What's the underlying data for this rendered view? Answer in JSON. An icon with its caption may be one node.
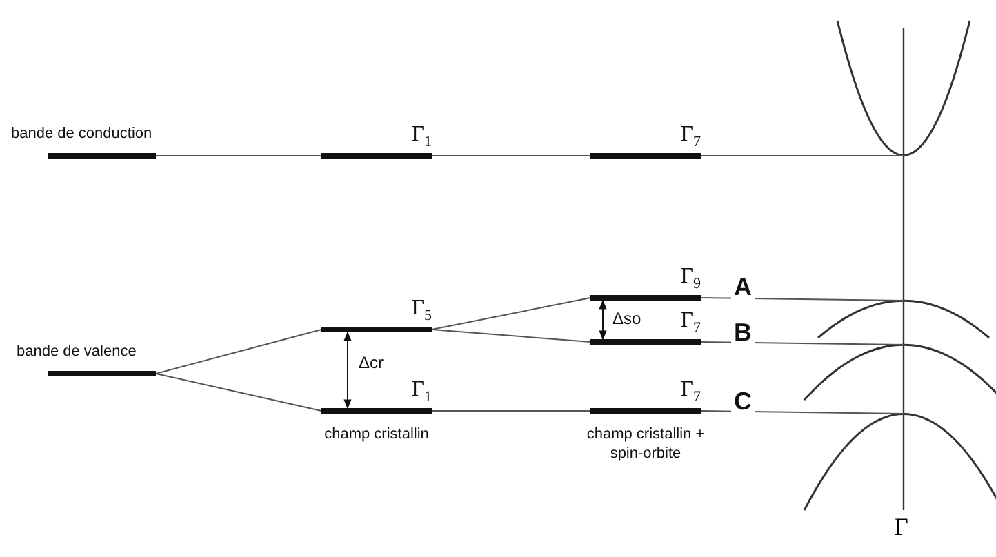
{
  "diagram": {
    "nodes": [
      {
        "text": [
          "bande de conduction"
        ]
      },
      {
        "text": [
          "Γ$_{1}$"
        ]
      },
      {
        "text": [
          "Γ$_{7}$"
        ]
      },
      {
        "text": [
          "bande de valence"
        ]
      },
      {
        "text": [
          "Γ$_{5}$"
        ]
      },
      {
        "text": [
          "Γ$_{1}$"
        ],
        "beside": [
          "champ cristallin"
        ]
      },
      {
        "text": [
          "Γ$_{9}$"
        ]
      },
      {
        "text": [
          "Γ$_{7}$"
        ]
      },
      {
        "text": [
          "Γ$_{7}$"
        ],
        "beside": [
          "champ cristallin + spin-orbite"
        ]
      },
      {
        "text": [],
        "shape": "curve"
      },
      {
        "text": [],
        "shape": "curve"
      },
      {
        "text": [],
        "shape": "curve"
      },
      {
        "text": [],
        "shape": "curve"
      }
    ],
    "edges": [
      {
        "from": 0,
        "to": 1,
        "arrow": "none"
      },
      {
        "from": 1,
        "to": 2,
        "arrow": "none"
      },
      {
        "from": 2,
        "to": 9,
        "arrow": "none"
      },
      {
        "from": 3,
        "to": 4,
        "arrow": "none"
      },
      {
        "from": 3,
        "to": 5,
        "arrow": "none"
      },
      {
        "from": 4,
        "to": 6,
        "arrow": "none"
      },
      {
        "from": 4,
        "to": 7,
        "arrow": "none"
      },
      {
        "from": 5,
        "to": 8,
        "arrow": "none"
      },
      {
        "from": 6,
        "to": 10,
        "arrow": "none",
        "label": "A"
      },
      {
        "from": 7,
        "to": 11,
        "arrow": "none",
        "label": "B"
      },
      {
        "from": 8,
        "to": 12,
        "arrow": "none",
        "label": "C"
      },
      {
        "from": 4,
        "to": 5,
        "arrow": "both",
        "label": "Δcr"
      },
      {
        "from": 6,
        "to": 7,
        "arrow": "both",
        "label": "Δso"
      }
    ],
    "labels": [
      "Γ"
    ]
  }
}
